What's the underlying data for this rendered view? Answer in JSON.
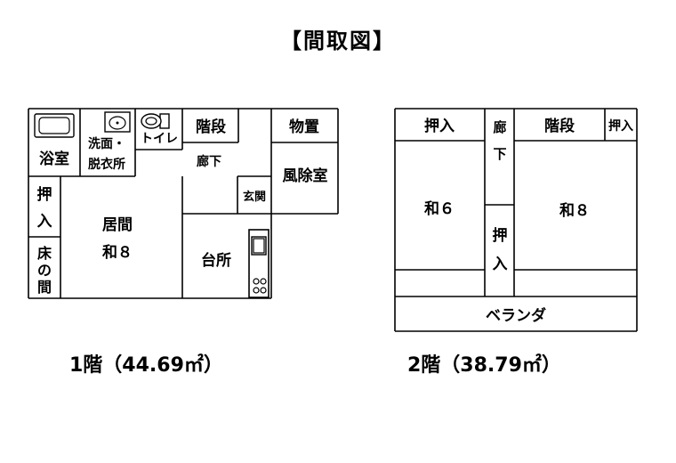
{
  "title": "【間取図】",
  "floor1": {
    "caption": "1階（44.69㎡）",
    "rooms": {
      "bath": "浴室",
      "wash_1": "洗面・",
      "wash_2": "脱衣所",
      "toilet": "トイレ",
      "stairs": "階段",
      "storage": "物置",
      "hall": "廊下",
      "windbreak": "風除室",
      "entrance": "玄関",
      "closet_1": "押",
      "closet_2": "入",
      "living_1": "居間",
      "living_2": "和８",
      "alcove_1": "床",
      "alcove_2": "の",
      "alcove_3": "間",
      "kitchen": "台所"
    }
  },
  "floor2": {
    "caption": "2階（38.79㎡）",
    "rooms": {
      "closet_left": "押入",
      "hall_1": "廊",
      "hall_2": "下",
      "stairs": "階段",
      "closet_right": "押入",
      "room6": "和６",
      "room8": "和８",
      "closet_mid_1": "押",
      "closet_mid_2": "入",
      "veranda": "ベランダ"
    }
  },
  "icons": [
    "bathtub-icon",
    "washbasin-icon",
    "toilet-icon",
    "stove-icon"
  ]
}
